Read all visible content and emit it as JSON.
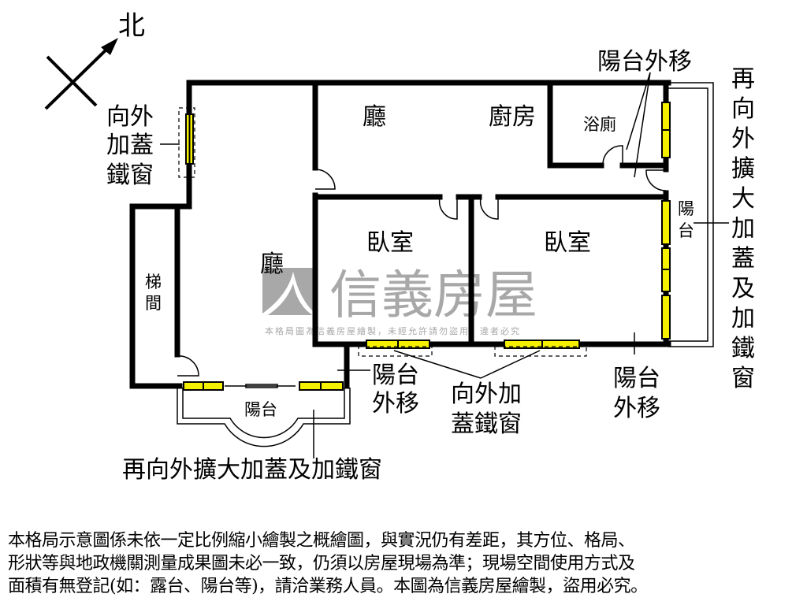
{
  "compass": {
    "north_label": "北"
  },
  "rooms": {
    "hall_upper": "廳",
    "kitchen": "廚房",
    "bathroom": "浴廁",
    "hall_lower": "廳",
    "bedroom_1": "臥室",
    "bedroom_2": "臥室",
    "stairwell": [
      "梯",
      "間"
    ],
    "balcony_right": [
      "陽",
      "台"
    ],
    "balcony_bottom": "陽台"
  },
  "annotations": {
    "left_window": [
      "向外",
      "加蓋",
      "鐵窗"
    ],
    "top_balcony_moved": "陽台外移",
    "right_extension": [
      "再",
      "向",
      "外",
      "擴",
      "大",
      "加",
      "蓋",
      "及",
      "加",
      "鐵",
      "窗"
    ],
    "balcony_moved_1": [
      "陽台",
      "外移"
    ],
    "window_bottom": [
      "向外加",
      "蓋鐵窗"
    ],
    "balcony_moved_2": [
      "陽台",
      "外移"
    ],
    "bottom_extension": "再向外擴大加蓋及加鐵窗"
  },
  "watermark": {
    "brand": "信義房屋",
    "notice": "本格局圖為信義房屋繪製，未經允許請勿盜用，違者必究"
  },
  "disclaimer": [
    "本格局示意圖係未依一定比例縮小繪製之概繪圖，與實況仍有差距，其方位、格局、",
    "形狀等與地政機關測量成果圖未必一致，仍須以房屋現場為準；現場空間使用方式及",
    "面積有無登記(如：露台、陽台等)，請洽業務人員。本圖為信義房屋繪製，盜用必究。"
  ],
  "colors": {
    "wall": "#000000",
    "window": "#f5f000",
    "watermark": "#a8a8a8"
  }
}
